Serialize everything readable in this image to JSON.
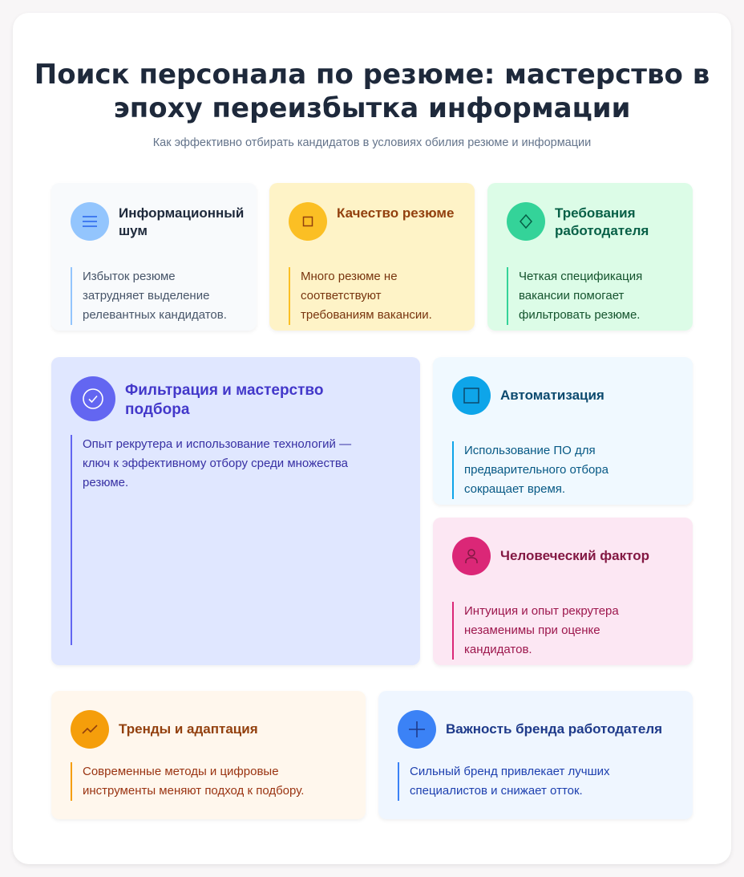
{
  "header": {
    "title": "Поиск персонала по резюме: мастерство в эпоху переизбытка информации",
    "subtitle": "Как эффективно отбирать кандидатов в условиях обилия резюме и информации"
  },
  "cards": [
    {
      "title": "Информационный шум",
      "text": "Избыток резюме затрудняет выделение релевантных кандидатов.",
      "icon": "menu-lines-icon",
      "bg": "#f8fafc",
      "accent": "#93c5fd",
      "title_color": "#1e293b",
      "text_color": "#475569"
    },
    {
      "title": "Качество резюме",
      "text": "Много резюме не соответствуют требованиям вакансии.",
      "icon": "square-icon",
      "bg": "#fef3c7",
      "accent": "#fbbf24",
      "title_color": "#92400e",
      "text_color": "#78350f"
    },
    {
      "title": "Требования работодателя",
      "text": "Четкая спецификация вакансии помогает фильтровать резюме.",
      "icon": "diamond-icon",
      "bg": "#dcfce7",
      "accent": "#34d399",
      "title_color": "#065f46",
      "text_color": "#14532d"
    },
    {
      "title": "Фильтрация и мастерство подбора",
      "text": "Опыт рекрутера и использование технологий — ключ к эффективному отбору среди множества резюме.",
      "icon": "check-circle-icon",
      "bg": "#e0e7ff",
      "accent": "#6366f1",
      "title_color": "#4338ca",
      "text_color": "#3730a3"
    },
    {
      "title": "Автоматизация",
      "text": "Использование ПО для предварительного отбора сокращает время.",
      "icon": "square-icon",
      "bg": "#f0f9ff",
      "accent": "#0ea5e9",
      "title_color": "#0c4a6e",
      "text_color": "#075985"
    },
    {
      "title": "Человеческий фактор",
      "text": "Интуиция и опыт рекрутера незаменимы при оценке кандидатов.",
      "icon": "person-icon",
      "bg": "#fce7f3",
      "accent": "#db2777",
      "title_color": "#831843",
      "text_color": "#9d174d"
    },
    {
      "title": "Тренды и адаптация",
      "text": "Современные методы и цифровые инструменты меняют подход к подбору.",
      "icon": "trend-line-icon",
      "bg": "#fff7ed",
      "accent": "#f59e0b",
      "title_color": "#92400e",
      "text_color": "#9a3412"
    },
    {
      "title": "Важность бренда работодателя",
      "text": "Сильный бренд привлекает лучших специалистов и снижает отток.",
      "icon": "plus-icon",
      "bg": "#eff6ff",
      "accent": "#3b82f6",
      "title_color": "#1e3a8a",
      "text_color": "#1e40af"
    }
  ]
}
